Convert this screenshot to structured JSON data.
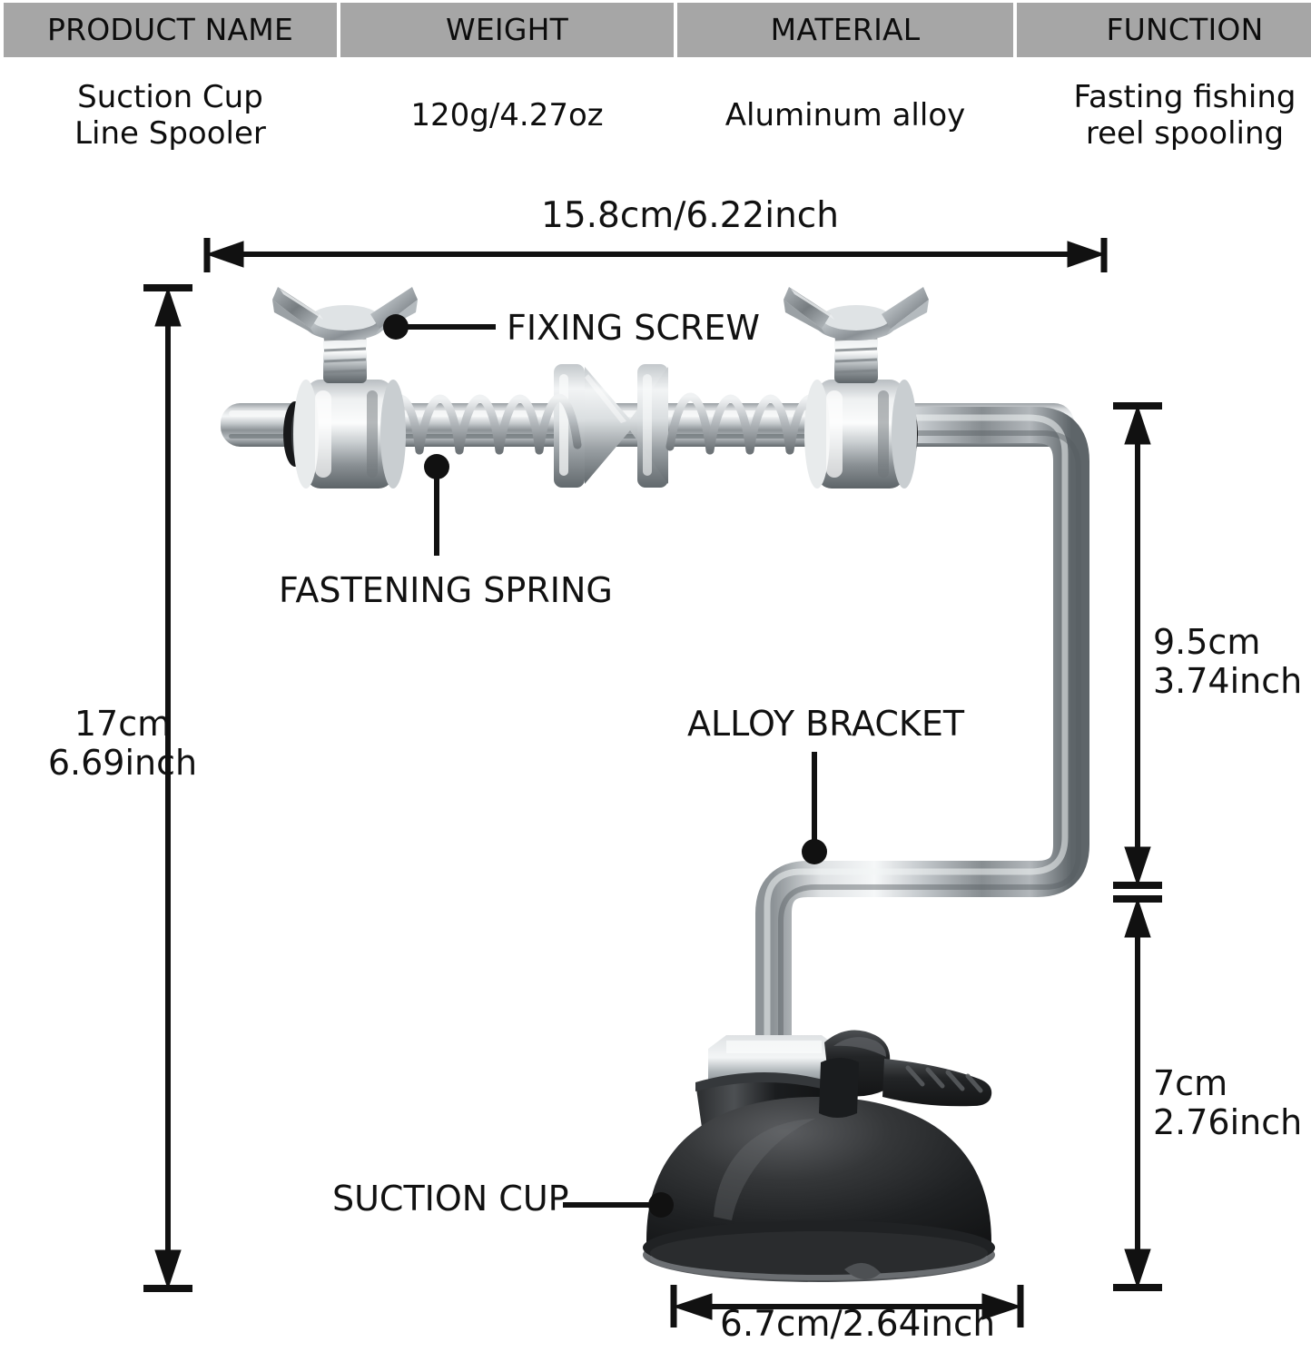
{
  "spec_table": {
    "headers": [
      "PRODUCT NAME",
      "WEIGHT",
      "MATERIAL",
      "FUNCTION"
    ],
    "row": [
      "Suction Cup\nLine Spooler",
      "120g/4.27oz",
      "Aluminum alloy",
      "Fasting fishing\nreel spooling"
    ],
    "header_bg": "#a6a6a6",
    "cell_bg": "#ffffff",
    "text_color": "#0d0d0d"
  },
  "dimensions": {
    "overall_width": "15.8cm/6.22inch",
    "overall_height": "17cm\n6.69inch",
    "bracket_height": "9.5cm\n3.74inch",
    "base_height": "7cm\n2.76inch",
    "cup_diameter": "6.7cm/2.64inch"
  },
  "callouts": {
    "fixing_screw": "FIXING SCREW",
    "fastening_spring": "FASTENING SPRING",
    "alloy_bracket": "ALLOY BRACKET",
    "suction_cup": "SUCTION CUP"
  },
  "colors": {
    "line": "#111111",
    "metal_light": "#e9ebec",
    "metal_mid": "#aeb3b7",
    "metal_dark": "#6d7276",
    "metal_shadow": "#4a4e52",
    "rubber_black": "#1d1d1f",
    "rubber_grey": "#7b7d80"
  }
}
